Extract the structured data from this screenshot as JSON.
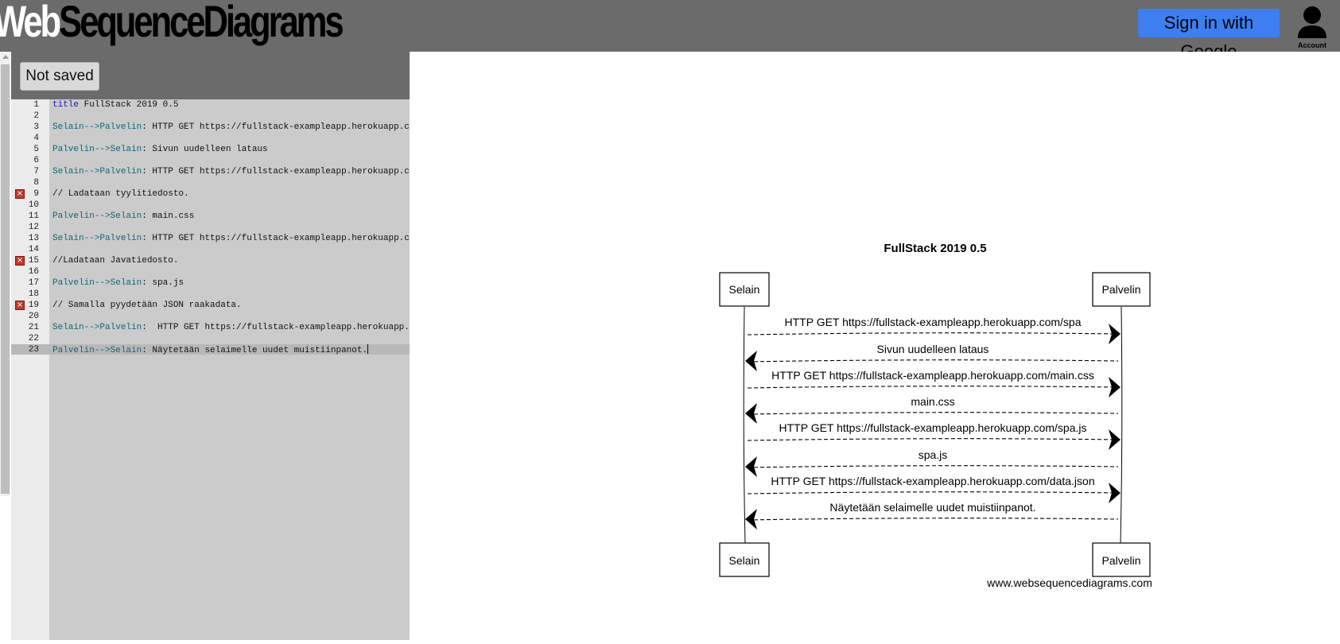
{
  "app": {
    "logo_part1": "Web",
    "logo_part2": "SequenceDiagrams",
    "signin_label": "Sign in with Google",
    "account_label": "Account"
  },
  "editor": {
    "status_button": "Not saved",
    "lines": [
      {
        "n": "1",
        "text": "title FullStack 2019 0.5",
        "error": false
      },
      {
        "n": "2",
        "text": "",
        "error": false
      },
      {
        "n": "3",
        "text": "Selain-->Palvelin: HTTP GET https://fullstack-exampleapp.herokuapp.c",
        "error": false
      },
      {
        "n": "4",
        "text": "",
        "error": false
      },
      {
        "n": "5",
        "text": "Palvelin-->Selain: Sivun uudelleen lataus",
        "error": false
      },
      {
        "n": "6",
        "text": "",
        "error": false
      },
      {
        "n": "7",
        "text": "Selain-->Palvelin: HTTP GET https://fullstack-exampleapp.herokuapp.c",
        "error": false
      },
      {
        "n": "8",
        "text": "",
        "error": false
      },
      {
        "n": "9",
        "text": "// Ladataan tyylitiedosto.",
        "error": true
      },
      {
        "n": "10",
        "text": "",
        "error": false
      },
      {
        "n": "11",
        "text": "Palvelin-->Selain: main.css",
        "error": false
      },
      {
        "n": "12",
        "text": "",
        "error": false
      },
      {
        "n": "13",
        "text": "Selain-->Palvelin: HTTP GET https://fullstack-exampleapp.herokuapp.c",
        "error": false
      },
      {
        "n": "14",
        "text": "",
        "error": false
      },
      {
        "n": "15",
        "text": "//Ladataan Javatiedosto.",
        "error": true
      },
      {
        "n": "16",
        "text": "",
        "error": false
      },
      {
        "n": "17",
        "text": "Palvelin-->Selain: spa.js",
        "error": false
      },
      {
        "n": "18",
        "text": "",
        "error": false
      },
      {
        "n": "19",
        "text": "// Samalla pyydetään JSON raakadata.",
        "error": true
      },
      {
        "n": "20",
        "text": "",
        "error": false
      },
      {
        "n": "21",
        "text": "Selain-->Palvelin:  HTTP GET https://fullstack-exampleapp.herokuapp.",
        "error": false
      },
      {
        "n": "22",
        "text": "",
        "error": false
      },
      {
        "n": "23",
        "text": "Palvelin-->Selain: Näytetään selaimelle uudet muistiinpanot.",
        "error": false
      }
    ]
  },
  "diagram": {
    "title": "FullStack 2019 0.5",
    "participants": [
      "Selain",
      "Palvelin"
    ],
    "messages": [
      {
        "label": "HTTP GET https://fullstack-exampleapp.herokuapp.com/spa",
        "dir": "right"
      },
      {
        "label": "Sivun uudelleen lataus",
        "dir": "left"
      },
      {
        "label": "HTTP GET https://fullstack-exampleapp.herokuapp.com/main.css",
        "dir": "right"
      },
      {
        "label": "main.css",
        "dir": "left"
      },
      {
        "label": "HTTP GET https://fullstack-exampleapp.herokuapp.com/spa.js",
        "dir": "right"
      },
      {
        "label": "spa.js",
        "dir": "left"
      },
      {
        "label": "HTTP GET https://fullstack-exampleapp.herokuapp.com/data.json",
        "dir": "right"
      },
      {
        "label": "Näytetään selaimelle uudet muistiinpanot.",
        "dir": "left"
      }
    ],
    "footer": "www.websequencediagrams.com"
  }
}
